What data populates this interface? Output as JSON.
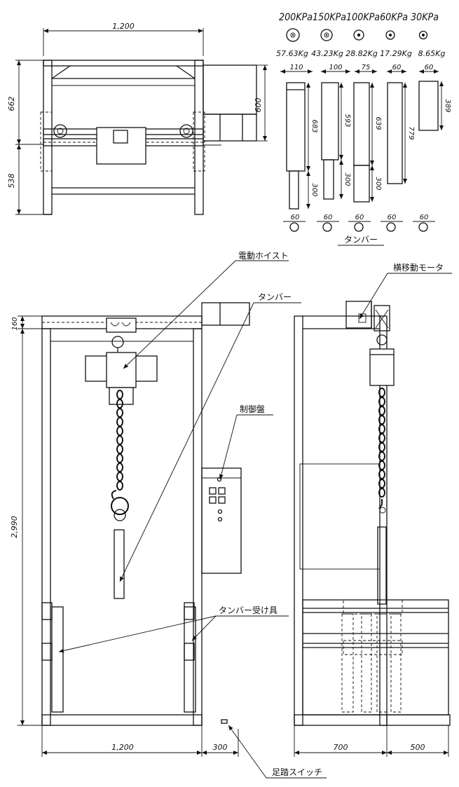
{
  "dimensions": {
    "top_width": "1,200",
    "top_left_upper": "662",
    "top_left_lower": "538",
    "top_right_height": "600",
    "front_top": "160",
    "front_height": "2,990",
    "front_width": "1,200",
    "pedal_offset": "300",
    "side_left": "700",
    "side_right": "500"
  },
  "tampers": [
    {
      "pressure": "200KPa",
      "mass": "57.63Kg",
      "width": "110",
      "body_len": "683",
      "rod_len": "300",
      "rod_dia": "60"
    },
    {
      "pressure": "150KPa",
      "mass": "43.23Kg",
      "width": "100",
      "body_len": "593",
      "rod_len": "300",
      "rod_dia": "60"
    },
    {
      "pressure": "100KPa",
      "mass": "28.82Kg",
      "width": "75",
      "body_len": "639",
      "rod_len": "300",
      "rod_dia": "60"
    },
    {
      "pressure": "60KPa",
      "mass": "17.29Kg",
      "width": "60",
      "body_len": "779",
      "rod_len": "",
      "rod_dia": "60"
    },
    {
      "pressure": "30KPa",
      "mass": "8.65Kg",
      "width": "60",
      "body_len": "389",
      "rod_len": "",
      "rod_dia": "60"
    }
  ],
  "pressure_header": "200KPa150KPa100KPa60KPa 30KPa",
  "labels": {
    "tamper_caption": "タンバー",
    "electric_hoist": "電動ホイスト",
    "tamper": "タンバー",
    "traverse_motor": "横移動モータ",
    "control_panel": "制御盤",
    "tamper_receiver": "タンバー受け具",
    "foot_switch": "足踏スイッチ"
  }
}
